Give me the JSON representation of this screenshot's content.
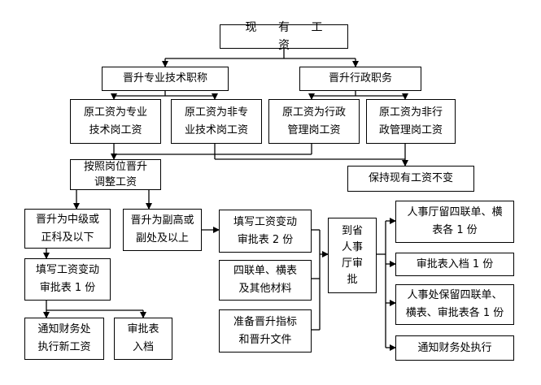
{
  "nodes": {
    "current_salary": "现 有 工 资",
    "promote_professional": "晋升专业技术职称",
    "promote_admin": "晋升行政职务",
    "orig_prof_tech": "原工资为专业\n技术岗工资",
    "orig_nonprof_tech": "原工资为非专\n业技术岗工资",
    "orig_admin": "原工资为行政\n管理岗工资",
    "orig_nonadmin": "原工资为非行\n政管理岗工资",
    "adjust_by_position": "按照岗位晋升\n调整工资",
    "keep_current": "保持现有工资不变",
    "mid_level": "晋升为中级或\n正科及以下",
    "deputy_senior": "晋升为副高或\n副处及以上",
    "fill_form_1": "填写工资变动\n审批表 1 份",
    "fill_form_2": "填写工资变动\n审批表 2 份",
    "four_copies": "四联单、横表\n及其他材料",
    "prepare_docs": "准备晋升指标\n和晋升文件",
    "provincial_approval": "到省\n人事\n厅审\n批",
    "hr_dept_keep": "人事厅留四联单、横\n表各 1 份",
    "form_archived_1": "审批表入档 1 份",
    "hr_office_keep": "人事处保留四联单、\n横表、审批表各 1 份",
    "notify_finance_exec": "通知财务处执行",
    "notify_finance_new": "通知财务处\n执行新工资",
    "form_archived": "审批表\n入档"
  }
}
